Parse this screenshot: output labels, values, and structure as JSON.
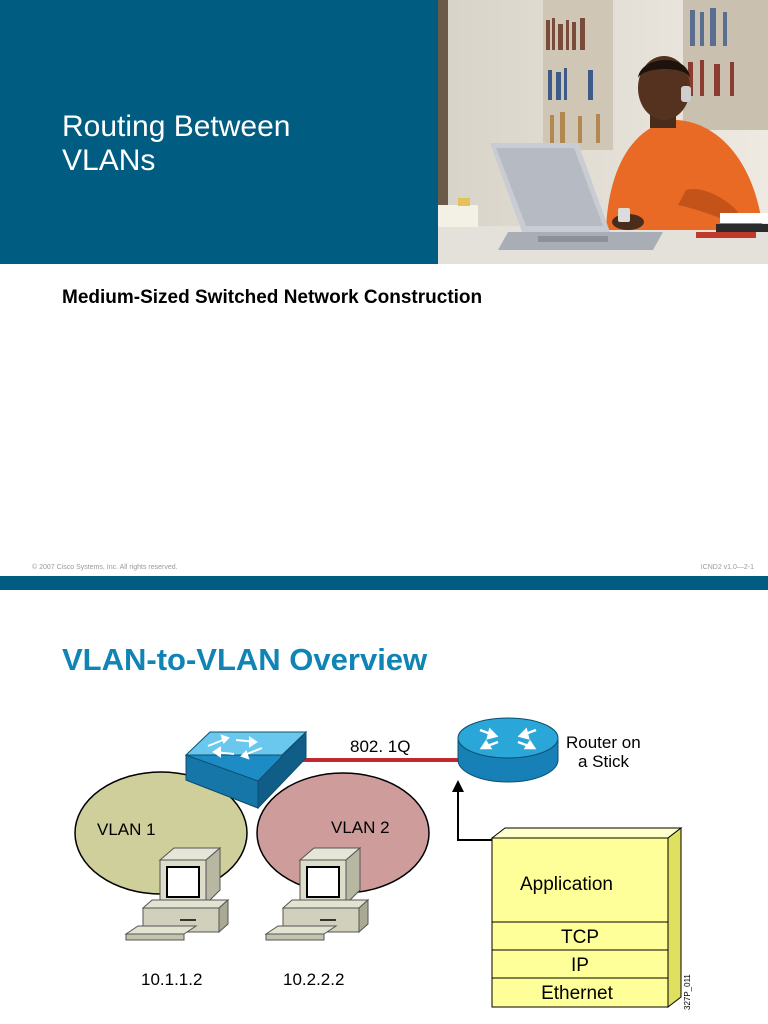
{
  "slide1": {
    "title_line1": "Routing Between",
    "title_line2": "VLANs",
    "subtitle": "Medium-Sized Switched Network Construction",
    "footer_left": "© 2007 Cisco Systems, Inc. All rights reserved.",
    "footer_right": "ICND2 v1.0—2-1"
  },
  "slide2": {
    "title": "VLAN-to-VLAN Overview",
    "link_label": "802. 1Q",
    "router_label_line1": "Router on",
    "router_label_line2": "a Stick",
    "vlan1_label": "VLAN 1",
    "vlan2_label": "VLAN 2",
    "pc1_address": "10.1.1.2",
    "pc2_address": "10.2.2.2",
    "stack_layers": [
      "Application",
      "TCP",
      "IP",
      "Ethernet"
    ],
    "figure_id": "327P_011"
  },
  "colors": {
    "banner_blue": "#005c80",
    "title_blue": "#0f84b5",
    "vlan1_fill": "#cfcf9c",
    "vlan2_fill": "#cf9c9c",
    "device_blue": "#2aa6d8",
    "trunk_red": "#c0292e",
    "stack_yellow": "#ffff99"
  }
}
